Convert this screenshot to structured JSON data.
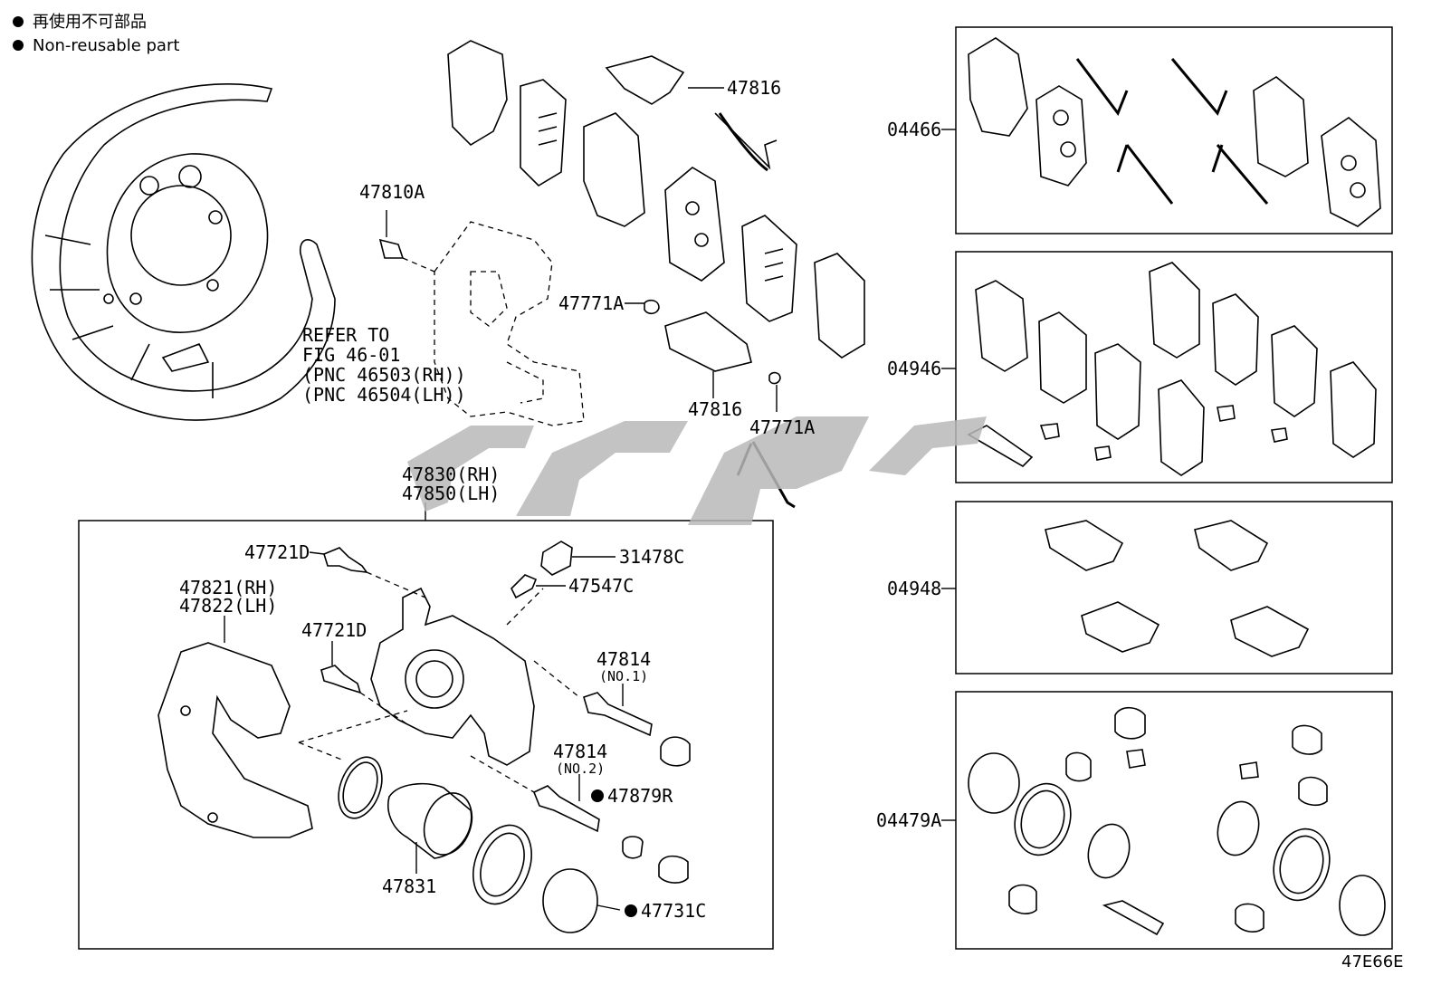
{
  "legend": [
    {
      "text": "再使用不可部品"
    },
    {
      "text": "Non-reusable part"
    }
  ],
  "labels": {
    "l47816_top": "47816",
    "l47810A": "47810A",
    "l47771A_a": "47771A",
    "l47816_mid": "47816",
    "l47771A_b": "47771A",
    "refer1": "REFER TO",
    "refer2": "FIG 46-01",
    "refer3": "(PNC 46503(RH))",
    "refer4": "(PNC 46504(LH))",
    "l47830": "47830(RH)",
    "l47850": "47850(LH)",
    "l47721D_a": "47721D",
    "l31478C": "31478C",
    "l47547C": "47547C",
    "l47821": "47821(RH)",
    "l47822": "47822(LH)",
    "l47721D_b": "47721D",
    "l47814_a": "47814",
    "l47814_a_sub": "(NO.1)",
    "l47814_b": "47814",
    "l47814_b_sub": "(NO.2)",
    "l47879R": "47879R",
    "l47831": "47831",
    "l47731C": "47731C",
    "k04466": "04466",
    "k04946": "04946",
    "k04948": "04948",
    "k04479A": "04479A",
    "code": "47E66E"
  },
  "colors": {
    "line": "#000000",
    "watermark": "#b8b8b8",
    "background": "#ffffff"
  }
}
